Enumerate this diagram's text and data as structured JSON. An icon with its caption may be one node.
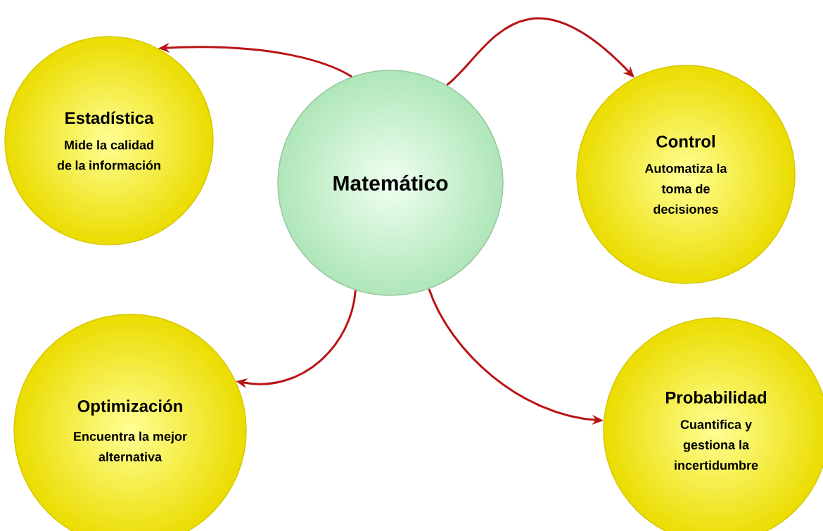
{
  "diagram": {
    "nodes": [
      {
        "text": [
          "Matemático"
        ]
      },
      {
        "text": [
          "Estadística",
          "Mide la calidad de la información"
        ]
      },
      {
        "text": [
          "Control",
          "Automatiza la toma de decisiones"
        ]
      },
      {
        "text": [
          "Optimización",
          "Encuentra la mejor alternativa"
        ]
      },
      {
        "text": [
          "Probabilidad",
          "Cuantifica y gestiona la incertidumbre"
        ]
      }
    ],
    "edges": [
      {
        "from": 0,
        "to": 1,
        "arrow": "to"
      },
      {
        "from": 0,
        "to": 2,
        "arrow": "to"
      },
      {
        "from": 0,
        "to": 3,
        "arrow": "to"
      },
      {
        "from": 0,
        "to": 4,
        "arrow": "to"
      }
    ]
  }
}
